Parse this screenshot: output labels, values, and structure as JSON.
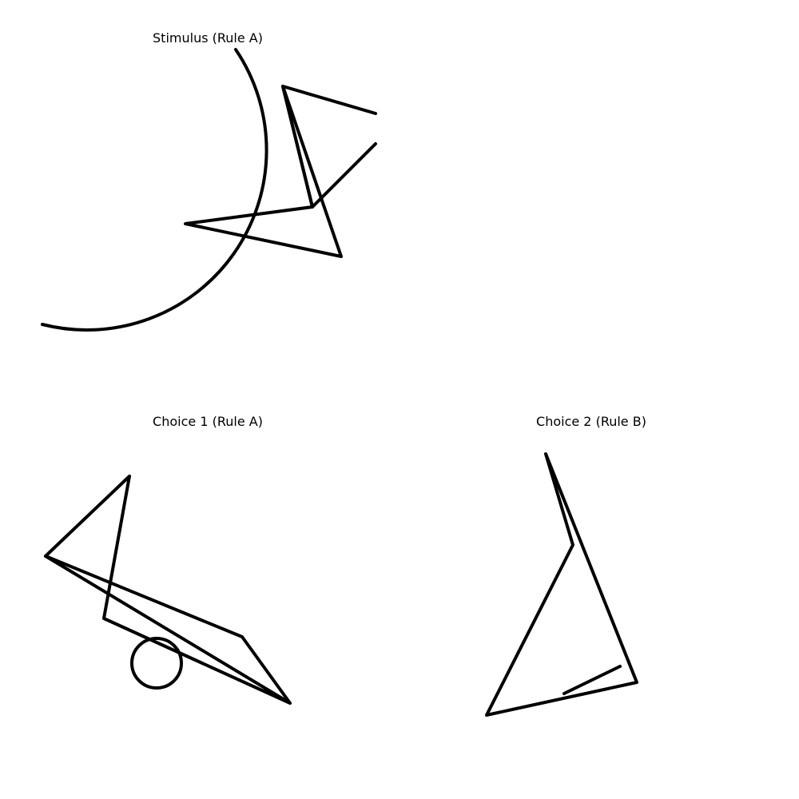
{
  "panels": {
    "stimulus": {
      "title": "Stimulus (Rule A)"
    },
    "choice1": {
      "title": "Choice 1 (Rule A)"
    },
    "choice2": {
      "title": "Choice 2 (Rule B)"
    }
  },
  "colors": {
    "background": "#ffffff",
    "stroke": "#000000"
  }
}
